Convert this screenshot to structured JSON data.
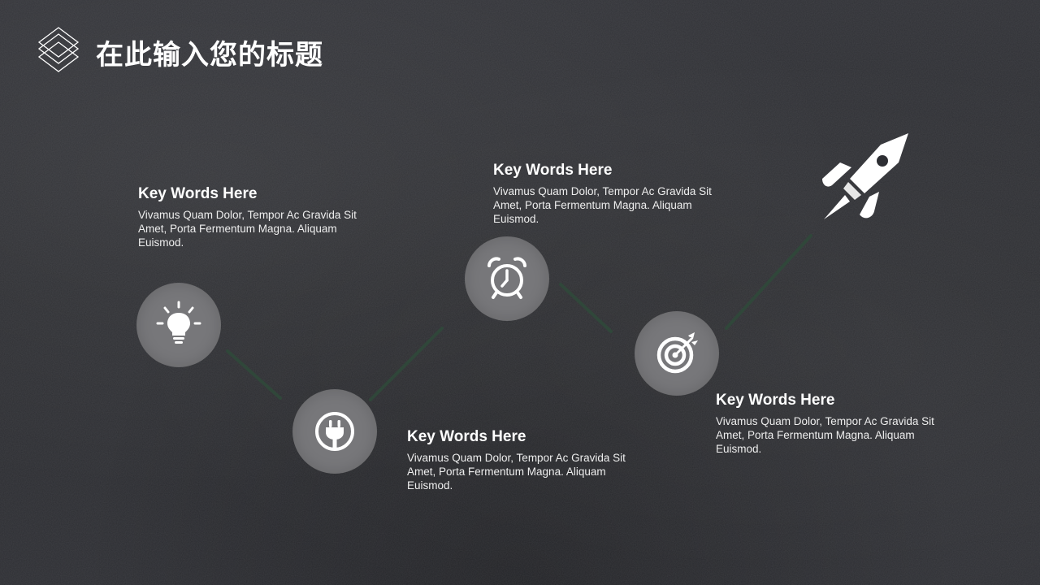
{
  "slide": {
    "title": "在此输入您的标题"
  },
  "steps": [
    {
      "icon": "lightbulb-icon",
      "heading": "Key Words Here",
      "body": "Vivamus Quam Dolor, Tempor Ac Gravida Sit Amet, Porta Fermentum Magna. Aliquam Euismod."
    },
    {
      "icon": "plug-icon",
      "heading": "Key Words Here",
      "body": "Vivamus Quam Dolor, Tempor Ac Gravida Sit Amet, Porta Fermentum Magna. Aliquam Euismod."
    },
    {
      "icon": "alarm-clock-icon",
      "heading": "Key Words Here",
      "body": "Vivamus Quam Dolor, Tempor Ac Gravida Sit Amet, Porta Fermentum Magna. Aliquam Euismod."
    },
    {
      "icon": "target-icon",
      "heading": "Key Words Here",
      "body": "Vivamus Quam Dolor, Tempor Ac Gravida Sit Amet, Porta Fermentum Magna. Aliquam Euismod."
    }
  ],
  "end_icon": "rocket-icon",
  "colors": {
    "background": "#2b2c30",
    "circle": "#77777a",
    "connector": "#2f4a3a",
    "text": "#ffffff"
  }
}
